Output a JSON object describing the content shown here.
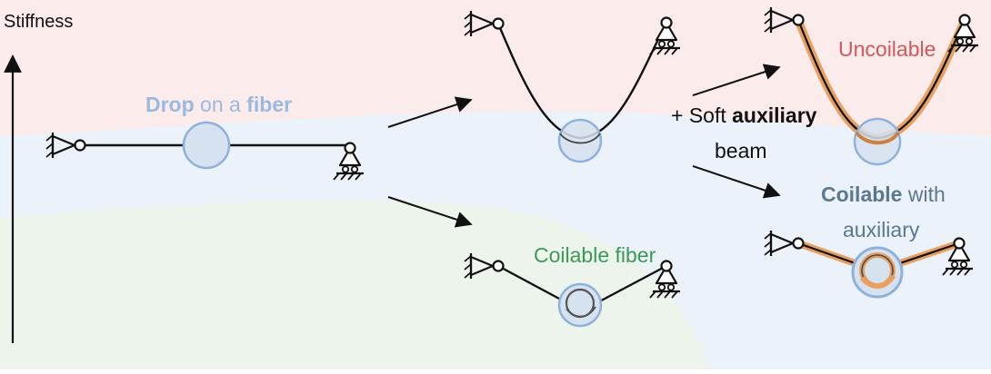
{
  "axis": {
    "label": "Stiffness"
  },
  "labels": {
    "drop": {
      "a": "Drop",
      "b": " on a ",
      "c": "fiber"
    },
    "uncoilable": "Uncoilable",
    "coilable_fiber": "Coilable fiber",
    "soft_aux": {
      "a": "+ Soft ",
      "b": "auxiliary",
      "c": "beam"
    },
    "coilable_aux": {
      "a": "Coilable",
      "b": " with",
      "c": "auxiliary"
    }
  },
  "colors": {
    "region_top": "#fbeceb",
    "region_mid": "#ebf2f9",
    "region_bottom": "#ecf4ec",
    "drop_fill": "#d6e2ef",
    "drop_stroke": "#8fb2dc",
    "aux_beam": "#e8a060",
    "label_blue": "#9ab9e0",
    "label_red": "#d05a5a",
    "label_green": "#3b9a55",
    "label_slate": "#5a7890",
    "ink": "#111111"
  },
  "icons": [
    "pin-support-icon",
    "roller-support-icon",
    "arrow-icon",
    "droplet-icon"
  ]
}
